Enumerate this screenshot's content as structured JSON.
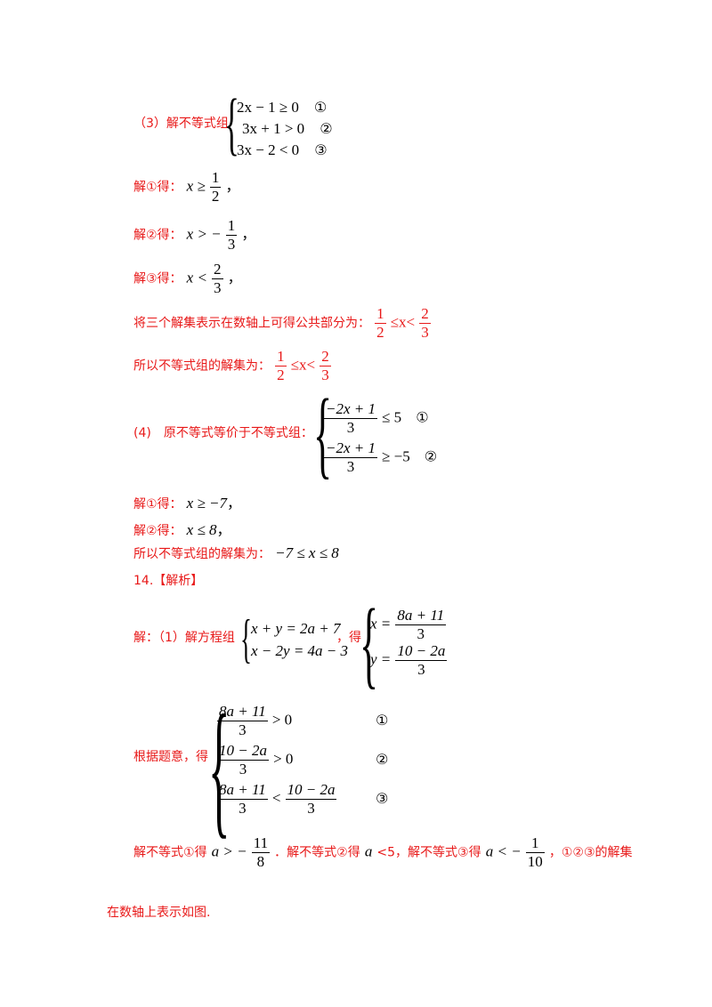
{
  "part3": {
    "label": "（3）解不等式组",
    "eq1": "2x − 1 ≥ 0",
    "m1": "①",
    "eq2": "3x + 1 > 0",
    "m2": "②",
    "eq3": "3x − 2 < 0",
    "m3": "③",
    "sol1_prefix": "解①得：",
    "sol1_lhs": "x ≥",
    "sol1_num": "1",
    "sol1_den": "2",
    "sol1_end": "，",
    "sol2_prefix": "解②得：",
    "sol2_lhs": "x > −",
    "sol2_num": "1",
    "sol2_den": "3",
    "sol2_end": "，",
    "sol3_prefix": "解③得：",
    "sol3_lhs": "x <",
    "sol3_num": "2",
    "sol3_den": "3",
    "sol3_end": "，",
    "common_text": "将三个解集表示在数轴上可得公共部分为：",
    "common_mid": "≤x<",
    "common_n1": "1",
    "common_d1": "2",
    "common_n2": "2",
    "common_d2": "3",
    "final_text": "所以不等式组的解集为：",
    "final_mid": "≤x<",
    "final_n1": "1",
    "final_d1": "2",
    "final_n2": "2",
    "final_d2": "3"
  },
  "part4": {
    "label": "(4)　原不等式等价于不等式组：",
    "ineq1_num": "−2x + 1",
    "ineq1_den": "3",
    "ineq1_rel": "≤ 5",
    "m1": "①",
    "ineq2_num": "−2x + 1",
    "ineq2_den": "3",
    "ineq2_rel": "≥ −5",
    "m2": "②",
    "sol1_prefix": "解①得：",
    "sol1": "x ≥ −7",
    "sol1_end": "，",
    "sol2_prefix": "解②得：",
    "sol2": "x ≤ 8",
    "sol2_end": "，",
    "final_text": "所以不等式组的解集为：",
    "final": "−7 ≤ x ≤ 8"
  },
  "q14": {
    "heading": "14.【解析】",
    "intro": "解：（1）解方程组",
    "sys1": "x + y = 2a + 7",
    "sys2": "x − 2y = 4a − 3",
    "get": "，得",
    "x_lhs": "x =",
    "x_num": "8a + 11",
    "x_den": "3",
    "y_lhs": "y =",
    "y_num": "10 − 2a",
    "y_den": "3",
    "cond_label": "根据题意，得",
    "c1_num": "8a + 11",
    "c1_den": "3",
    "c1_rel": "> 0",
    "m1": "①",
    "c2_num": "10 − 2a",
    "c2_den": "3",
    "c2_rel": "> 0",
    "m2": "②",
    "c3_num1": "8a + 11",
    "c3_den1": "3",
    "c3_rel": "<",
    "c3_num2": "10 − 2a",
    "c3_den2": "3",
    "m3": "③",
    "result_p1": "解不等式①得",
    "result_a1": "a > −",
    "result_n1": "11",
    "result_d1": "8",
    "result_p2": "．解不等式②得",
    "result_a2": "a",
    "result_p3": "<5，解不等式③得",
    "result_a3": "a < −",
    "result_n3": "1",
    "result_d3": "10",
    "result_p4": "，①②③的解集",
    "result_line2": "在数轴上表示如图."
  }
}
